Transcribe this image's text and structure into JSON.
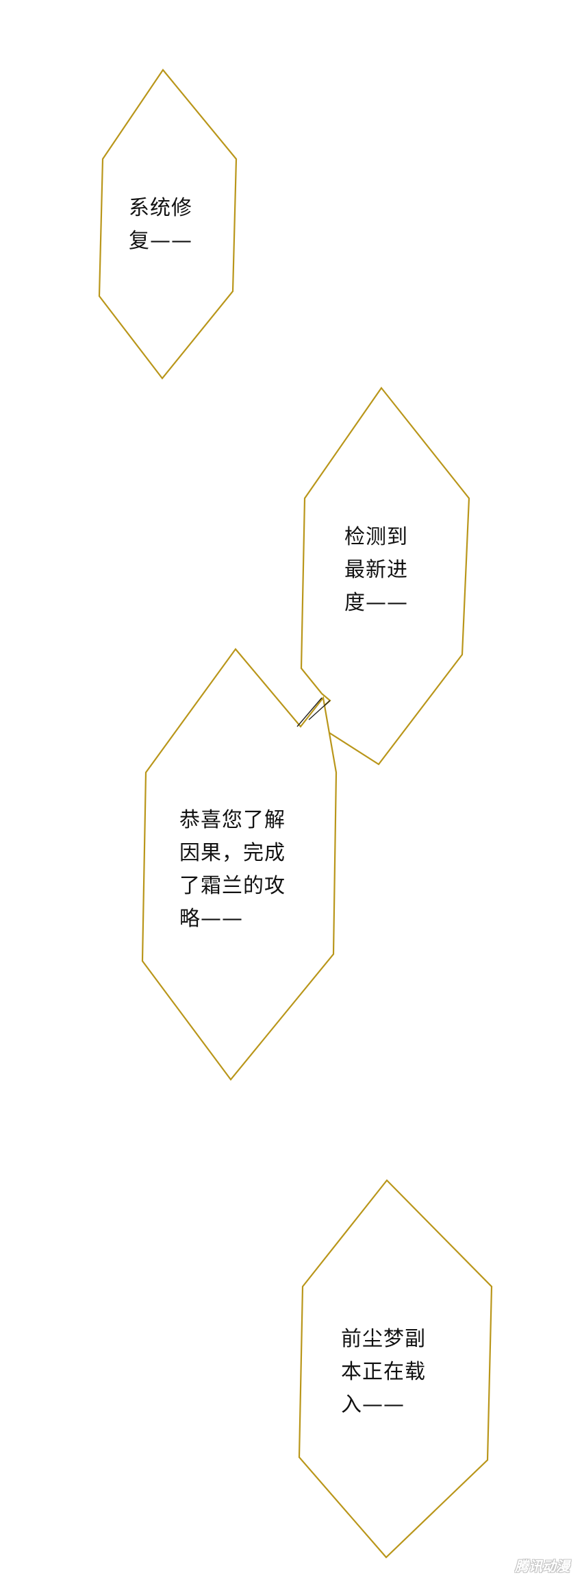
{
  "bubbles": [
    {
      "text": "系统修\n复——"
    },
    {
      "text": "检测到\n最新进\n度——"
    },
    {
      "text": "恭喜您了解\n因果，完成\n了霜兰的攻\n略——"
    },
    {
      "text": "前尘梦副\n本正在载\n入——"
    }
  ],
  "watermark": {
    "text": "腾讯动漫"
  },
  "colors": {
    "background": "#ffffff",
    "bubble_outline": "#b9961a",
    "text": "#111111"
  }
}
